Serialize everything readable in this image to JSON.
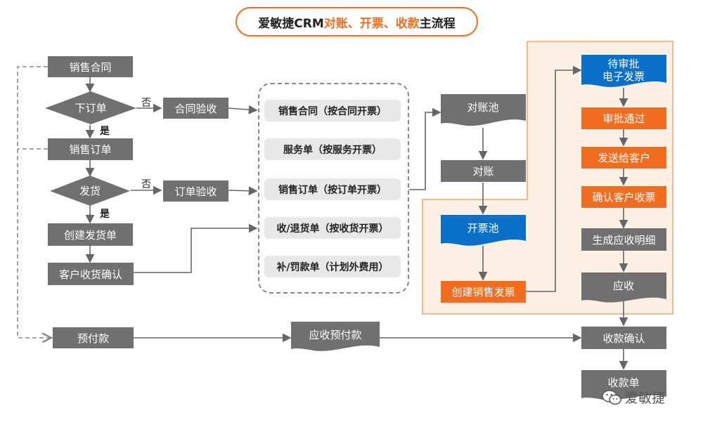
{
  "title": {
    "prefix": "爱敏捷CRM",
    "highlight": "对账、开票、收款",
    "suffix": "主流程"
  },
  "left": {
    "sales_contract": "销售合同",
    "place_order": "下订单",
    "contract_acceptance": "合同验收",
    "sales_order": "销售订单",
    "ship": "发货",
    "order_acceptance": "订单验收",
    "create_delivery": "创建发货单",
    "customer_receipt": "客户收货确认",
    "prepayment": "预付款",
    "no": "否",
    "yes": "是"
  },
  "invoice_sources": [
    "销售合同（按合同开票）",
    "服务单（按服务开票）",
    "销售订单（按订单开票）",
    "收/退货单（按收货开票）",
    "补/罚款单（计划外费用）"
  ],
  "middle": {
    "recon_pool": "对账池",
    "reconcile": "对账",
    "invoice_pool": "开票池",
    "create_invoice": "创建销售发票",
    "prepaid_receivable": "应收预付款"
  },
  "right": {
    "pending_line1": "待审批",
    "pending_line2": "电子发票",
    "approved": "审批通过",
    "send_customer": "发送给客户",
    "confirm_receipt": "确认客户收票",
    "gen_detail": "生成应收明细",
    "receivable": "应收",
    "payment_confirm": "收款确认",
    "receipt_doc": "收款单"
  },
  "watermark": "爱敏捷",
  "colors": {
    "gray": "#707070",
    "orange": "#f36d21",
    "blue": "#0a6fc8",
    "panel_bg": "#fdf1e5",
    "panel_border": "#f3a36b"
  },
  "icons": {
    "wechat": "wechat-icon"
  }
}
